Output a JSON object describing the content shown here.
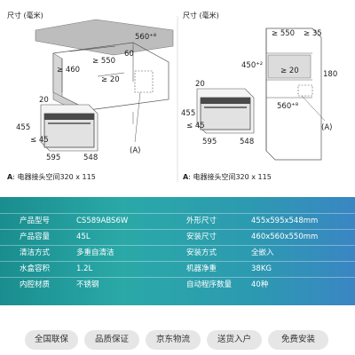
{
  "drawings": {
    "left": {
      "unit_label": "尺寸 (毫米)",
      "cabinet_dims": [
        "560⁺⁸",
        "60",
        "≥ 550",
        "≥ 460",
        "≥ 20"
      ],
      "oven_dims": [
        "20",
        "455",
        "≤ 45",
        "595",
        "548"
      ],
      "marker": "(A)",
      "note_key": "A",
      "note_text": ": 电器接头空间320 x 115"
    },
    "right": {
      "unit_label": "尺寸 (毫米)",
      "cabinet_dims": [
        "≥ 550",
        "≥ 35",
        "450⁺²",
        "≥ 20",
        "180",
        "560⁺⁸"
      ],
      "oven_dims": [
        "20",
        "455",
        "≤ 45",
        "595",
        "548"
      ],
      "marker": "(A)",
      "note_key": "A",
      "note_text": ": 电器接头空间320 x 115"
    }
  },
  "specs": {
    "rows": [
      {
        "k1": "产品型号",
        "v1": "CS589ABS6W",
        "k2": "外形尺寸",
        "v2": "455x595x548mm"
      },
      {
        "k1": "产品容量",
        "v1": "45L",
        "k2": "安装尺寸",
        "v2": "460x560x550mm"
      },
      {
        "k1": "清洁方式",
        "v1": "多重自清洁",
        "k2": "安装方式",
        "v2": "全嵌入"
      },
      {
        "k1": "水盒容积",
        "v1": "1.2L",
        "k2": "机器净重",
        "v2": "38KG"
      },
      {
        "k1": "内腔材质",
        "v1": "不锈钢",
        "k2": "自动程序数量",
        "v2": "40种"
      }
    ]
  },
  "services": [
    "全国联保",
    "品质保证",
    "京东物流",
    "送货入户",
    "免费安装"
  ],
  "colors": {
    "spec_bg_start": "#1a8d8f",
    "spec_bg_end": "#3a86c3",
    "service_bg": "#e6e6e6"
  }
}
